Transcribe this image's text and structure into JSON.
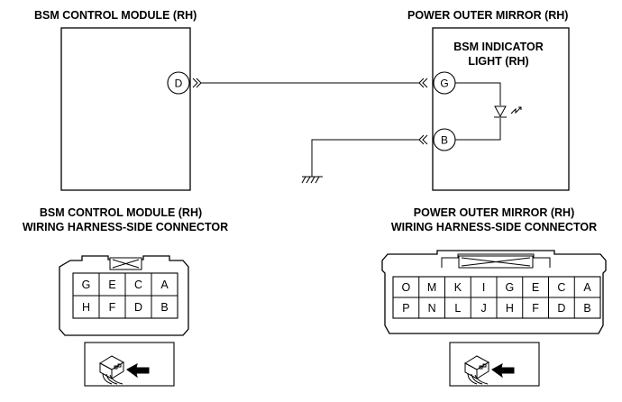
{
  "titles": {
    "bsm_module": "BSM CONTROL MODULE (RH)",
    "outer_mirror": "POWER OUTER MIRROR (RH)",
    "indicator_line1": "BSM INDICATOR",
    "indicator_line2": "LIGHT (RH)",
    "bsm_connector_line1": "BSM CONTROL MODULE (RH)",
    "bsm_connector_line2": "WIRING HARNESS-SIDE CONNECTOR",
    "mirror_connector_line1": "POWER OUTER MIRROR (RH)",
    "mirror_connector_line2": "WIRING HARNESS-SIDE CONNECTOR"
  },
  "pins": {
    "module_d": "D",
    "mirror_g": "G",
    "mirror_b": "B"
  },
  "bsm_connector": {
    "row1": [
      "G",
      "E",
      "C",
      "A"
    ],
    "row2": [
      "H",
      "F",
      "D",
      "B"
    ]
  },
  "mirror_connector": {
    "row1": [
      "O",
      "M",
      "K",
      "I",
      "G",
      "E",
      "C",
      "A"
    ],
    "row2": [
      "P",
      "N",
      "L",
      "J",
      "H",
      "F",
      "D",
      "B"
    ]
  }
}
